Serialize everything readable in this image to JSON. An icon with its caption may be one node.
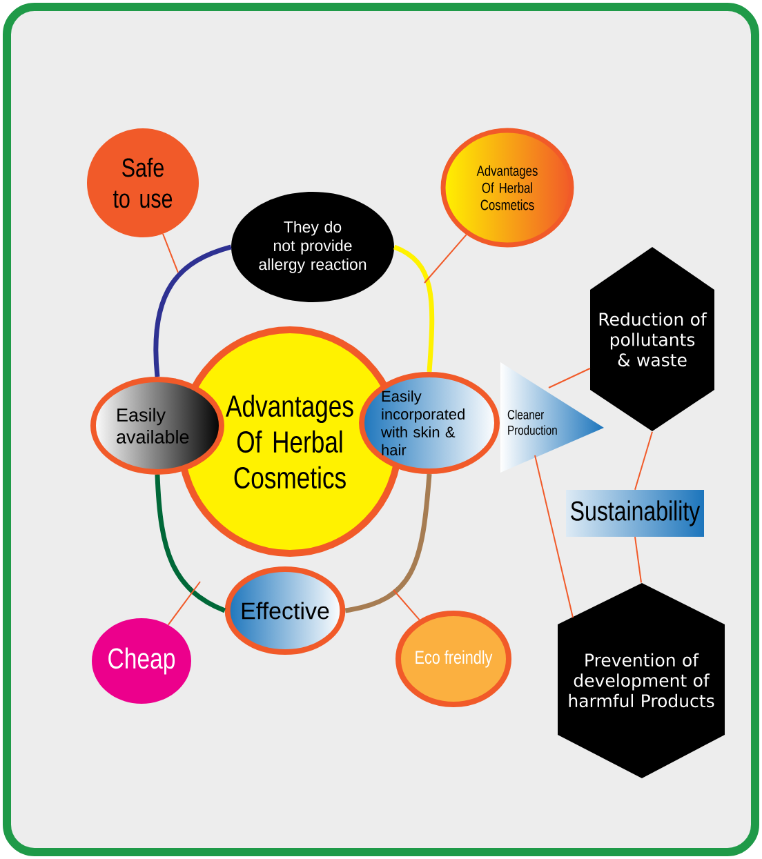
{
  "diagram": {
    "nodes": [
      {
        "text": [
          "Safe to use"
        ]
      },
      {
        "text": [
          "They do not provide allergy reaction"
        ]
      },
      {
        "text": [
          "Advantages Of Herbal Cosmetics"
        ]
      },
      {
        "text": [
          "Advantages Of Herbal Cosmetics"
        ]
      },
      {
        "text": [
          "Easily available"
        ]
      },
      {
        "text": [
          "Easily incorporated with skin & hair"
        ]
      },
      {
        "text": [
          "Cleaner Production"
        ]
      },
      {
        "text": [
          "Reduction of pollutants & waste"
        ]
      },
      {
        "text": [
          "Sustainability"
        ]
      },
      {
        "text": [
          "Effective"
        ]
      },
      {
        "text": [
          "Cheap"
        ]
      },
      {
        "text": [
          "Eco freindly"
        ]
      },
      {
        "text": [
          "Prevention of development of harmful Products"
        ]
      }
    ],
    "edges": [
      {
        "from": 4,
        "to": 1,
        "arrow": "none",
        "style": "thick",
        "color": "#2e3192"
      },
      {
        "from": 1,
        "to": 5,
        "arrow": "none",
        "style": "thick",
        "color": "#fff200"
      },
      {
        "from": 4,
        "to": 9,
        "arrow": "none",
        "style": "thick",
        "color": "#006838"
      },
      {
        "from": 9,
        "to": 5,
        "arrow": "none",
        "style": "thick",
        "color": "#a67c52"
      },
      {
        "from": 0,
        "to": null,
        "arrow": "none"
      },
      {
        "from": 2,
        "to": null,
        "arrow": "none"
      },
      {
        "from": 10,
        "to": null,
        "arrow": "none"
      },
      {
        "from": 11,
        "to": null,
        "arrow": "none"
      },
      {
        "from": 6,
        "to": 7,
        "arrow": "none"
      },
      {
        "from": 7,
        "to": 8,
        "arrow": "none"
      },
      {
        "from": 8,
        "to": 12,
        "arrow": "none"
      },
      {
        "from": 6,
        "to": 12,
        "arrow": "none"
      }
    ]
  }
}
